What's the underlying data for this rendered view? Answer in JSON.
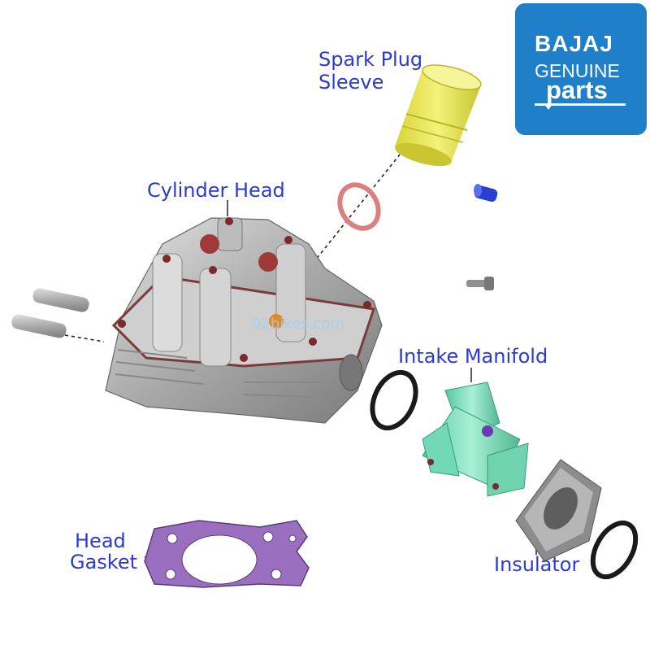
{
  "labels": {
    "spark_plug_sleeve_line1": "Spark Plug",
    "spark_plug_sleeve_line2": "Sleeve",
    "cylinder_head": "Cylinder Head",
    "intake_manifold": "Intake Manifold",
    "head_gasket_line1": "Head",
    "head_gasket_line2": "Gasket",
    "insulator": "Insulator"
  },
  "logo": {
    "brand": "BAJAJ",
    "tagline": "GENUINE",
    "word": "parts"
  },
  "watermark": "92bikes.com",
  "colors": {
    "label_text": "#2b3bd1",
    "logo_bg": "#1f7fc8",
    "sleeve_yellow": "#e6e84a",
    "manifold_green": "#7fe0c0",
    "gasket_purple": "#9b6fc0",
    "head_gray": "#b9b9b9",
    "o_ring": "#1a1a1a",
    "red_ring": "#d98080",
    "blue_cap": "#2a3fd0"
  }
}
